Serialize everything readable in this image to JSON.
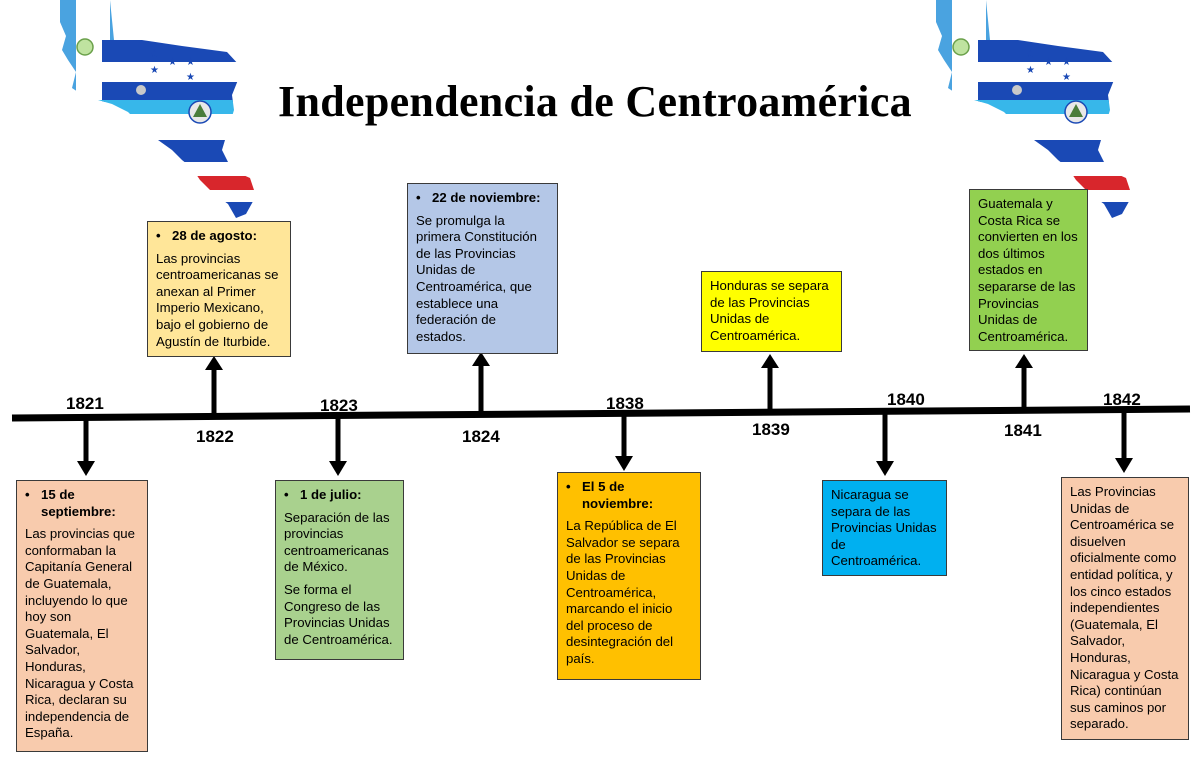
{
  "title": "Independencia de Centroamérica",
  "colors": {
    "box_1821": "#f8cbad",
    "box_1822": "#ffe699",
    "box_1823": "#a9d18e",
    "box_1824": "#b4c7e7",
    "box_1838": "#ffc000",
    "box_1839": "#ffff00",
    "box_1840": "#00b0f0",
    "box_1841": "#92d050",
    "box_1842": "#f8cbad"
  },
  "icons": [
    "central-america-flag-map-icon",
    "arrow-up-icon",
    "arrow-down-icon"
  ],
  "years": {
    "y1821": "1821",
    "y1822": "1822",
    "y1823": "1823",
    "y1824": "1824",
    "y1838": "1838",
    "y1839": "1839",
    "y1840": "1840",
    "y1841": "1841",
    "y1842": "1842"
  },
  "events": {
    "e1821": {
      "heading": "15 de septiembre:",
      "text": "Las provincias que conformaban la Capitanía General de Guatemala, incluyendo lo que hoy son Guatemala, El Salvador, Honduras, Nicaragua y Costa Rica, declaran su independencia de España."
    },
    "e1822": {
      "heading": "28 de agosto:",
      "text": "Las provincias centroamericanas se anexan al Primer Imperio Mexicano, bajo el gobierno de Agustín de Iturbide."
    },
    "e1823": {
      "heading": "1 de julio:",
      "text": "Separación de las provincias centroamericanas de México.",
      "text2": "Se forma el Congreso de las Provincias Unidas de Centroamérica."
    },
    "e1824": {
      "heading": "22 de noviembre:",
      "text": "Se promulga la primera Constitución de las Provincias Unidas de Centroamérica, que establece una federación de estados."
    },
    "e1838": {
      "heading": "El 5 de noviembre:",
      "text": "La República de El Salvador se separa de las Provincias Unidas de Centroamérica, marcando el inicio del proceso de desintegración del país."
    },
    "e1839": {
      "text": "Honduras se separa de las Provincias Unidas de Centroamérica."
    },
    "e1840": {
      "text": "Nicaragua se separa de las Provincias Unidas de Centroamérica."
    },
    "e1841": {
      "text": "Guatemala y Costa Rica se convierten en los dos últimos estados en separarse de las Provincias Unidas de Centroamérica."
    },
    "e1842": {
      "text": "Las Provincias Unidas de Centroamérica se disuelven oficialmente como entidad política, y los cinco estados independientes (Guatemala, El Salvador, Honduras, Nicaragua y Costa Rica) continúan sus caminos por separado."
    }
  }
}
